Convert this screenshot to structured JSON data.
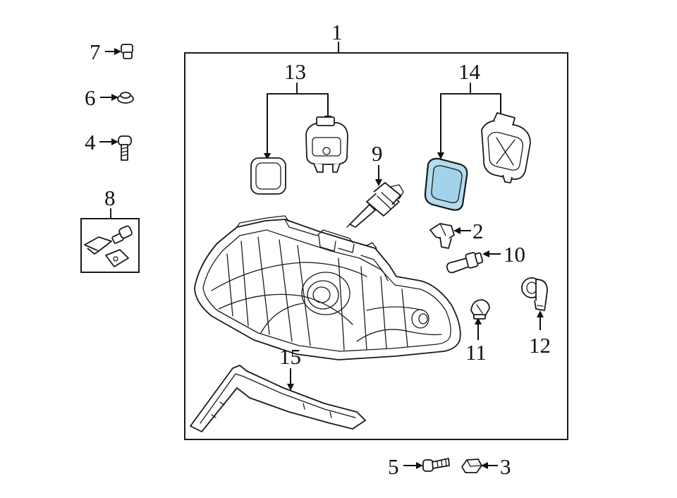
{
  "callouts": {
    "c1": "1",
    "c2": "2",
    "c3": "3",
    "c4": "4",
    "c5": "5",
    "c6": "6",
    "c7": "7",
    "c8": "8",
    "c9": "9",
    "c10": "10",
    "c11": "11",
    "c12": "12",
    "c13": "13",
    "c14": "14",
    "c15": "15"
  },
  "colors": {
    "line": "#1a1a1a",
    "highlight_fill": "#b3dcef",
    "background": "#ffffff"
  }
}
